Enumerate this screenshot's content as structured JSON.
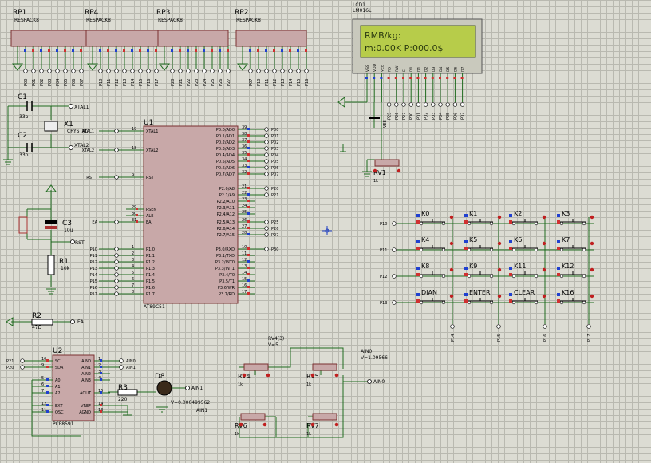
{
  "resistor_packs": [
    {
      "ref": "RP1",
      "type": "RESPACK8"
    },
    {
      "ref": "RP4",
      "type": "RESPACK8"
    },
    {
      "ref": "RP3",
      "type": "RESPACK8"
    },
    {
      "ref": "RP2",
      "type": "RESPACK8"
    }
  ],
  "rp_nets": {
    "rp1": [
      "P00",
      "P01",
      "P02",
      "P03",
      "P04",
      "P05",
      "P06",
      "P07"
    ],
    "rp4": [
      "P10",
      "P11",
      "P12",
      "P13",
      "P14",
      "P15",
      "P16",
      "P17"
    ],
    "rp3": [
      "P20",
      "P21",
      "P22",
      "P23",
      "P24",
      "P25",
      "P26",
      "P27"
    ],
    "rp2": [
      "P07",
      "P10",
      "P11",
      "P12",
      "P13",
      "P14",
      "P15",
      "P16"
    ]
  },
  "lcd": {
    "ref": "LCD1",
    "type": "LM016L",
    "line1": "RMB/kg:",
    "line2": "m:0.00K P:000.0$",
    "pins": [
      "VSS",
      "VDD",
      "VEE",
      "RS",
      "RW",
      "E",
      "D0",
      "D1",
      "D2",
      "D3",
      "D4",
      "D5",
      "D6",
      "D7"
    ],
    "nets": [
      "P25",
      "P26",
      "P27",
      "P00",
      "P01",
      "P02",
      "P03",
      "P04",
      "P05",
      "P06",
      "P07"
    ]
  },
  "crystal": {
    "c1": "C1",
    "c1_val": "33p",
    "c2": "C2",
    "c2_val": "33p",
    "x1": "X1",
    "x1_label": "CRYSTAL",
    "xtal1": "XTAL1",
    "xtal2": "XTAL2"
  },
  "reset": {
    "c3": "C3",
    "c3_val": "10u",
    "r1": "R1",
    "r1_val": "10k",
    "rst": "RST"
  },
  "mcu": {
    "ref": "U1",
    "type": "AT89C51",
    "left": [
      {
        "num": "19",
        "name": "XTAL1",
        "net": "XTAL1"
      },
      {
        "num": "18",
        "name": "XTAL2",
        "net": "XTAL2"
      },
      {
        "num": "9",
        "name": "RST",
        "net": "RST"
      },
      {
        "num": "29",
        "name": "PSEN",
        "net": ""
      },
      {
        "num": "30",
        "name": "ALE",
        "net": ""
      },
      {
        "num": "31",
        "name": "EA",
        "net": "EA"
      },
      {
        "num": "1",
        "name": "P1.0",
        "net": "P10"
      },
      {
        "num": "2",
        "name": "P1.1",
        "net": "P11"
      },
      {
        "num": "3",
        "name": "P1.2",
        "net": "P12"
      },
      {
        "num": "4",
        "name": "P1.3",
        "net": "P13"
      },
      {
        "num": "5",
        "name": "P1.4",
        "net": "P14"
      },
      {
        "num": "6",
        "name": "P1.5",
        "net": "P15"
      },
      {
        "num": "7",
        "name": "P1.6",
        "net": "P16"
      },
      {
        "num": "8",
        "name": "P1.7",
        "net": "P17"
      }
    ],
    "right": [
      {
        "num": "39",
        "name": "P0.0/AD0",
        "net": "P00"
      },
      {
        "num": "38",
        "name": "P0.1/AD1",
        "net": "P01"
      },
      {
        "num": "37",
        "name": "P0.2/AD2",
        "net": "P02"
      },
      {
        "num": "36",
        "name": "P0.3/AD3",
        "net": "P03"
      },
      {
        "num": "35",
        "name": "P0.4/AD4",
        "net": "P04"
      },
      {
        "num": "34",
        "name": "P0.5/AD5",
        "net": "P05"
      },
      {
        "num": "33",
        "name": "P0.6/AD6",
        "net": "P06"
      },
      {
        "num": "32",
        "name": "P0.7/AD7",
        "net": "P07"
      },
      {
        "num": "21",
        "name": "P2.0/A8",
        "net": "P20"
      },
      {
        "num": "22",
        "name": "P2.1/A9",
        "net": "P21"
      },
      {
        "num": "23",
        "name": "P2.2/A10",
        "net": ""
      },
      {
        "num": "24",
        "name": "P2.3/A11",
        "net": ""
      },
      {
        "num": "25",
        "name": "P2.4/A12",
        "net": ""
      },
      {
        "num": "26",
        "name": "P2.5/A13",
        "net": "P25"
      },
      {
        "num": "27",
        "name": "P2.6/A14",
        "net": "P26"
      },
      {
        "num": "28",
        "name": "P2.7/A15",
        "net": "P27"
      },
      {
        "num": "10",
        "name": "P3.0/RXD",
        "net": "P30"
      },
      {
        "num": "11",
        "name": "P3.1/TXD",
        "net": ""
      },
      {
        "num": "12",
        "name": "P3.2/INT0",
        "net": ""
      },
      {
        "num": "13",
        "name": "P3.3/INT1",
        "net": ""
      },
      {
        "num": "14",
        "name": "P3.4/T0",
        "net": ""
      },
      {
        "num": "15",
        "name": "P3.5/T1",
        "net": ""
      },
      {
        "num": "16",
        "name": "P3.6/WR",
        "net": ""
      },
      {
        "num": "17",
        "name": "P3.7/RD",
        "net": ""
      }
    ]
  },
  "keypad": {
    "rows": [
      "P10",
      "P11",
      "P12",
      "P13"
    ],
    "cols": [
      "P14",
      "P15",
      "P16",
      "P17"
    ],
    "keys": [
      [
        "K0",
        "K1",
        "K2",
        "K3"
      ],
      [
        "K4",
        "K5",
        "K6",
        "K7"
      ],
      [
        "K8",
        "K9",
        "K11",
        "K12"
      ],
      [
        "DIAN",
        "ENTER",
        "CLEAR",
        "K16"
      ]
    ]
  },
  "r2": {
    "ref": "R2",
    "val": "47Ω",
    "net": "EA"
  },
  "adc": {
    "ref": "U2",
    "type": "PCF8591",
    "left": [
      {
        "num": "10",
        "name": "SCL",
        "net": "P21"
      },
      {
        "num": "9",
        "name": "SDA",
        "net": "P20"
      },
      {
        "num": "5",
        "name": "A0",
        "net": ""
      },
      {
        "num": "6",
        "name": "A1",
        "net": ""
      },
      {
        "num": "7",
        "name": "A2",
        "net": ""
      },
      {
        "num": "12",
        "name": "EXT",
        "net": ""
      },
      {
        "num": "11",
        "name": "OSC",
        "net": ""
      }
    ],
    "right": [
      {
        "num": "1",
        "name": "AIN0",
        "net": "AIN0"
      },
      {
        "num": "2",
        "name": "AIN1",
        "net": "AIN1"
      },
      {
        "num": "3",
        "name": "AIN2",
        "net": ""
      },
      {
        "num": "4",
        "name": "AIN3",
        "net": ""
      },
      {
        "num": "15",
        "name": "AOUT",
        "net": ""
      },
      {
        "num": "14",
        "name": "VREF",
        "net": ""
      },
      {
        "num": "13",
        "name": "AGND",
        "net": ""
      }
    ]
  },
  "r3": {
    "ref": "R3",
    "val": "220"
  },
  "d8": {
    "ref": "D8",
    "probe": "V=0.000499562",
    "net": "AIN1"
  },
  "pots": [
    {
      "ref": "RV4",
      "val": "1k"
    },
    {
      "ref": "RV5",
      "val": "1k"
    },
    {
      "ref": "RV6",
      "val": "1k"
    },
    {
      "ref": "RV7",
      "val": "1k"
    },
    {
      "ref": "RV1",
      "val": "1k"
    }
  ],
  "probes": {
    "rv4": "RV4(3)",
    "rv4_v": "V=5",
    "ain0": "AIN0",
    "ain0_v": "V=1.09566",
    "ain0_net": "AIN0",
    "ain1_net": "AIN1"
  },
  "colors": {
    "wire": "#1f6b1f",
    "body": "#c8a8a8",
    "outline": "#7a3030",
    "lcd_bg": "#b7cc4a",
    "lcd_text": "#2c3b10"
  }
}
